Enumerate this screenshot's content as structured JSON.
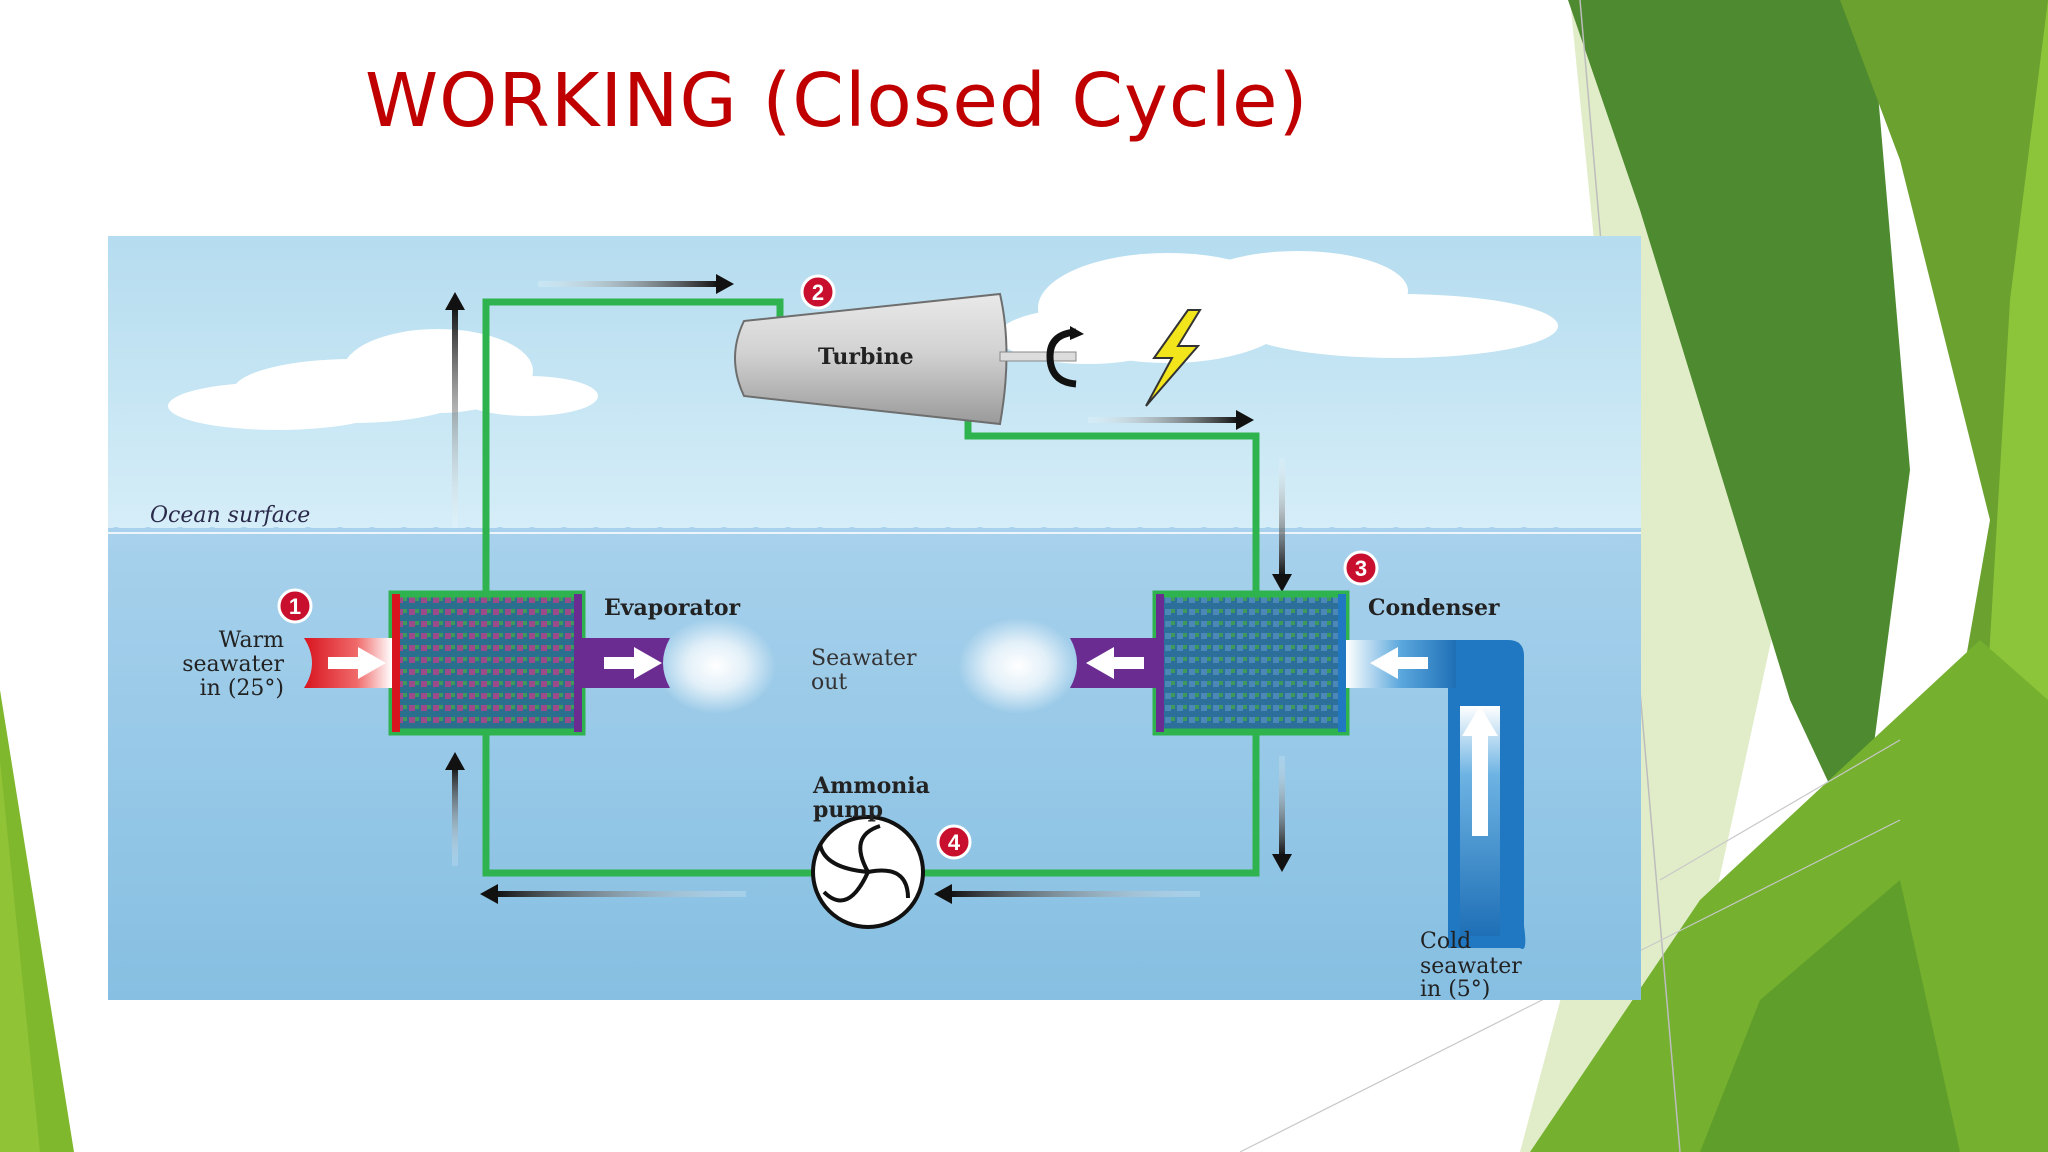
{
  "slide": {
    "title": "WORKING (Closed Cycle)"
  },
  "diagram": {
    "ocean_surface": "Ocean surface",
    "turbine": {
      "label": "Turbine",
      "badge": "2"
    },
    "evaporator": {
      "label": "Evaporator",
      "badge": "1"
    },
    "condenser": {
      "label": "Condenser",
      "badge": "3"
    },
    "pump": {
      "label_line1": "Ammonia",
      "label_line2": "pump",
      "badge": "4"
    },
    "warm_in": {
      "line1": "Warm",
      "line2": "seawater",
      "line3": "in (25°)"
    },
    "seawater_out": {
      "line1": "Seawater",
      "line2": "out"
    },
    "cold_in": {
      "line1": "Cold",
      "line2": "seawater",
      "line3": "in (5°)"
    },
    "colors": {
      "sky": "#c8e6f2",
      "ocean": "#8ec3e4",
      "loop": "#2eb34e",
      "warm": "#e11c2a",
      "outflow": "#6a2c91",
      "cold": "#1f78c1",
      "badge": "#c8102e"
    }
  }
}
